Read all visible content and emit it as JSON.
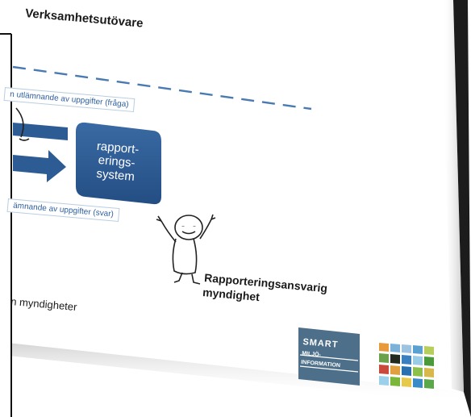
{
  "slide": {
    "title": "Verksamhetsutövare",
    "request_label": "n utlämnande av uppgifter (fråga)",
    "response_label": "ämnande av uppgifter (svar)",
    "system_lines": [
      "rapport-",
      "erings-",
      "system"
    ],
    "authority_line1": "Rapporteringsansvarig",
    "authority_line2": "myndighet",
    "left_cut_text": "n myndigheter"
  },
  "logo": {
    "line1": "SMART",
    "line2": "MILJÖ-",
    "line3": "INFORMATION"
  },
  "colors": {
    "dashed_line": "#4a7ab2",
    "system_fill": "#2d5c94",
    "arrow_fill": "#2d5c94",
    "logo_fill": "#4d6f8a"
  }
}
